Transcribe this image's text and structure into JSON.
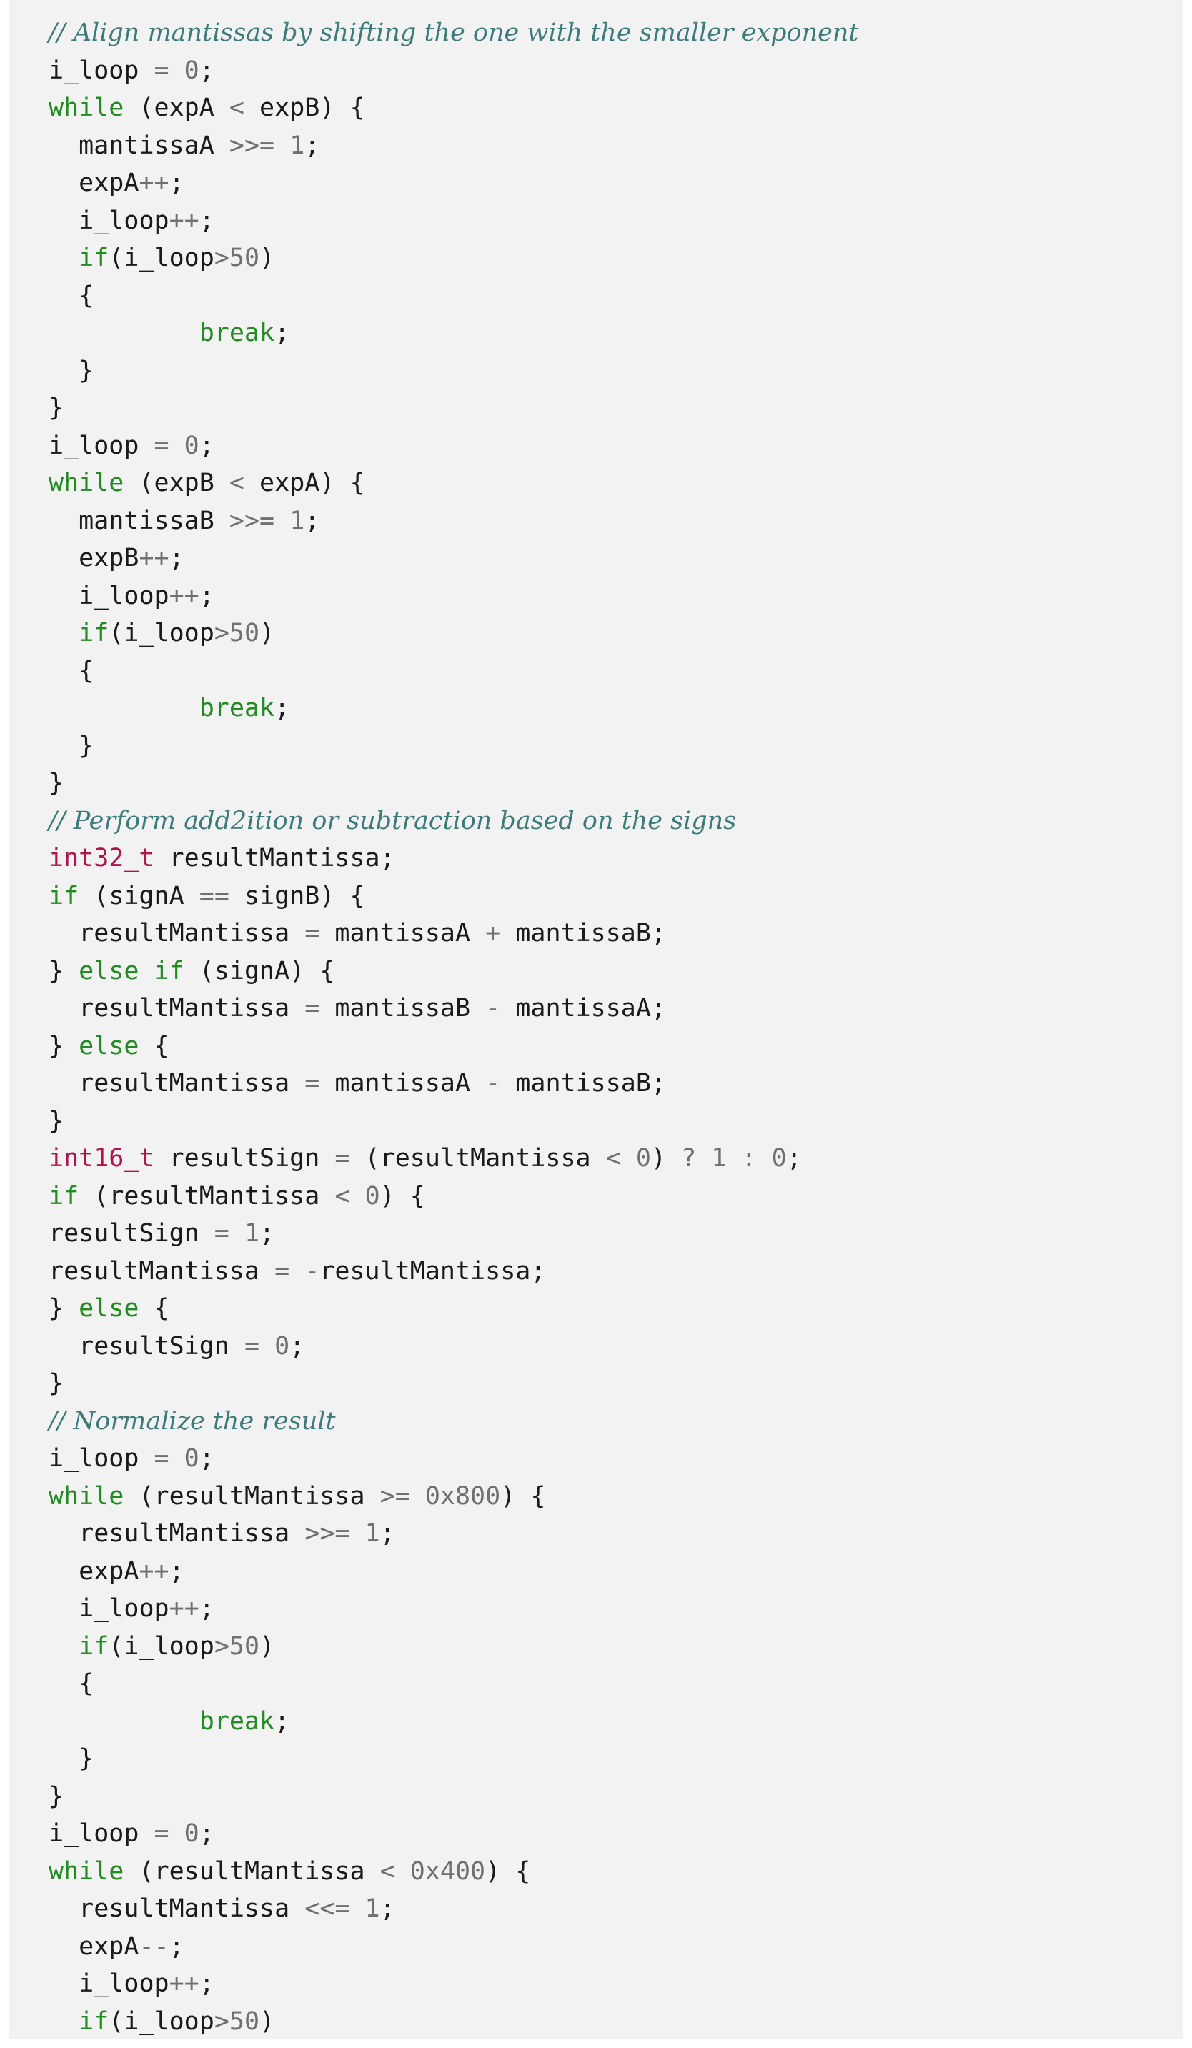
{
  "code": {
    "language": "c",
    "lines": [
      [
        [
          "cm",
          "// Align mantissas by shifting the one with the smaller exponent"
        ]
      ],
      [
        [
          "id",
          "i_loop"
        ],
        [
          "sp",
          " "
        ],
        [
          "op",
          "="
        ],
        [
          "sp",
          " "
        ],
        [
          "nu",
          "0"
        ],
        [
          "pn",
          ";"
        ]
      ],
      [
        [
          "kw",
          "while"
        ],
        [
          "sp",
          " "
        ],
        [
          "pn",
          "("
        ],
        [
          "id",
          "expA"
        ],
        [
          "sp",
          " "
        ],
        [
          "op",
          "<"
        ],
        [
          "sp",
          " "
        ],
        [
          "id",
          "expB"
        ],
        [
          "pn",
          ")"
        ],
        [
          "sp",
          " "
        ],
        [
          "pn",
          "{"
        ]
      ],
      [
        [
          "sp",
          "  "
        ],
        [
          "id",
          "mantissaA"
        ],
        [
          "sp",
          " "
        ],
        [
          "op",
          ">>="
        ],
        [
          "sp",
          " "
        ],
        [
          "nu",
          "1"
        ],
        [
          "pn",
          ";"
        ]
      ],
      [
        [
          "sp",
          "  "
        ],
        [
          "id",
          "expA"
        ],
        [
          "op",
          "++"
        ],
        [
          "pn",
          ";"
        ]
      ],
      [
        [
          "sp",
          "  "
        ],
        [
          "id",
          "i_loop"
        ],
        [
          "op",
          "++"
        ],
        [
          "pn",
          ";"
        ]
      ],
      [
        [
          "sp",
          "  "
        ],
        [
          "kw",
          "if"
        ],
        [
          "pn",
          "("
        ],
        [
          "id",
          "i_loop"
        ],
        [
          "op",
          ">"
        ],
        [
          "nu",
          "50"
        ],
        [
          "pn",
          ")"
        ]
      ],
      [
        [
          "sp",
          "  "
        ],
        [
          "pn",
          "{"
        ]
      ],
      [
        [
          "sp",
          "          "
        ],
        [
          "kw",
          "break"
        ],
        [
          "pn",
          ";"
        ]
      ],
      [
        [
          "sp",
          "  "
        ],
        [
          "pn",
          "}"
        ]
      ],
      [
        [
          "pn",
          "}"
        ]
      ],
      [
        [
          "id",
          "i_loop"
        ],
        [
          "sp",
          " "
        ],
        [
          "op",
          "="
        ],
        [
          "sp",
          " "
        ],
        [
          "nu",
          "0"
        ],
        [
          "pn",
          ";"
        ]
      ],
      [
        [
          "kw",
          "while"
        ],
        [
          "sp",
          " "
        ],
        [
          "pn",
          "("
        ],
        [
          "id",
          "expB"
        ],
        [
          "sp",
          " "
        ],
        [
          "op",
          "<"
        ],
        [
          "sp",
          " "
        ],
        [
          "id",
          "expA"
        ],
        [
          "pn",
          ")"
        ],
        [
          "sp",
          " "
        ],
        [
          "pn",
          "{"
        ]
      ],
      [
        [
          "sp",
          "  "
        ],
        [
          "id",
          "mantissaB"
        ],
        [
          "sp",
          " "
        ],
        [
          "op",
          ">>="
        ],
        [
          "sp",
          " "
        ],
        [
          "nu",
          "1"
        ],
        [
          "pn",
          ";"
        ]
      ],
      [
        [
          "sp",
          "  "
        ],
        [
          "id",
          "expB"
        ],
        [
          "op",
          "++"
        ],
        [
          "pn",
          ";"
        ]
      ],
      [
        [
          "sp",
          "  "
        ],
        [
          "id",
          "i_loop"
        ],
        [
          "op",
          "++"
        ],
        [
          "pn",
          ";"
        ]
      ],
      [
        [
          "sp",
          "  "
        ],
        [
          "kw",
          "if"
        ],
        [
          "pn",
          "("
        ],
        [
          "id",
          "i_loop"
        ],
        [
          "op",
          ">"
        ],
        [
          "nu",
          "50"
        ],
        [
          "pn",
          ")"
        ]
      ],
      [
        [
          "sp",
          "  "
        ],
        [
          "pn",
          "{"
        ]
      ],
      [
        [
          "sp",
          "          "
        ],
        [
          "kw",
          "break"
        ],
        [
          "pn",
          ";"
        ]
      ],
      [
        [
          "sp",
          "  "
        ],
        [
          "pn",
          "}"
        ]
      ],
      [
        [
          "pn",
          "}"
        ]
      ],
      [
        [
          "cm",
          "// Perform add2ition or subtraction based on the signs"
        ]
      ],
      [
        [
          "ty",
          "int32_t"
        ],
        [
          "sp",
          " "
        ],
        [
          "id",
          "resultMantissa"
        ],
        [
          "pn",
          ";"
        ]
      ],
      [
        [
          "kw",
          "if"
        ],
        [
          "sp",
          " "
        ],
        [
          "pn",
          "("
        ],
        [
          "id",
          "signA"
        ],
        [
          "sp",
          " "
        ],
        [
          "op",
          "=="
        ],
        [
          "sp",
          " "
        ],
        [
          "id",
          "signB"
        ],
        [
          "pn",
          ")"
        ],
        [
          "sp",
          " "
        ],
        [
          "pn",
          "{"
        ]
      ],
      [
        [
          "sp",
          "  "
        ],
        [
          "id",
          "resultMantissa"
        ],
        [
          "sp",
          " "
        ],
        [
          "op",
          "="
        ],
        [
          "sp",
          " "
        ],
        [
          "id",
          "mantissaA"
        ],
        [
          "sp",
          " "
        ],
        [
          "op",
          "+"
        ],
        [
          "sp",
          " "
        ],
        [
          "id",
          "mantissaB"
        ],
        [
          "pn",
          ";"
        ]
      ],
      [
        [
          "pn",
          "}"
        ],
        [
          "sp",
          " "
        ],
        [
          "kw",
          "else"
        ],
        [
          "sp",
          " "
        ],
        [
          "kw",
          "if"
        ],
        [
          "sp",
          " "
        ],
        [
          "pn",
          "("
        ],
        [
          "id",
          "signA"
        ],
        [
          "pn",
          ")"
        ],
        [
          "sp",
          " "
        ],
        [
          "pn",
          "{"
        ]
      ],
      [
        [
          "sp",
          "  "
        ],
        [
          "id",
          "resultMantissa"
        ],
        [
          "sp",
          " "
        ],
        [
          "op",
          "="
        ],
        [
          "sp",
          " "
        ],
        [
          "id",
          "mantissaB"
        ],
        [
          "sp",
          " "
        ],
        [
          "op",
          "-"
        ],
        [
          "sp",
          " "
        ],
        [
          "id",
          "mantissaA"
        ],
        [
          "pn",
          ";"
        ]
      ],
      [
        [
          "pn",
          "}"
        ],
        [
          "sp",
          " "
        ],
        [
          "kw",
          "else"
        ],
        [
          "sp",
          " "
        ],
        [
          "pn",
          "{"
        ]
      ],
      [
        [
          "sp",
          "  "
        ],
        [
          "id",
          "resultMantissa"
        ],
        [
          "sp",
          " "
        ],
        [
          "op",
          "="
        ],
        [
          "sp",
          " "
        ],
        [
          "id",
          "mantissaA"
        ],
        [
          "sp",
          " "
        ],
        [
          "op",
          "-"
        ],
        [
          "sp",
          " "
        ],
        [
          "id",
          "mantissaB"
        ],
        [
          "pn",
          ";"
        ]
      ],
      [
        [
          "pn",
          "}"
        ]
      ],
      [
        [
          "ty",
          "int16_t"
        ],
        [
          "sp",
          " "
        ],
        [
          "id",
          "resultSign"
        ],
        [
          "sp",
          " "
        ],
        [
          "op",
          "="
        ],
        [
          "sp",
          " "
        ],
        [
          "pn",
          "("
        ],
        [
          "id",
          "resultMantissa"
        ],
        [
          "sp",
          " "
        ],
        [
          "op",
          "<"
        ],
        [
          "sp",
          " "
        ],
        [
          "nu",
          "0"
        ],
        [
          "pn",
          ")"
        ],
        [
          "sp",
          " "
        ],
        [
          "op",
          "?"
        ],
        [
          "sp",
          " "
        ],
        [
          "nu",
          "1"
        ],
        [
          "sp",
          " "
        ],
        [
          "op",
          ":"
        ],
        [
          "sp",
          " "
        ],
        [
          "nu",
          "0"
        ],
        [
          "pn",
          ";"
        ]
      ],
      [
        [
          "kw",
          "if"
        ],
        [
          "sp",
          " "
        ],
        [
          "pn",
          "("
        ],
        [
          "id",
          "resultMantissa"
        ],
        [
          "sp",
          " "
        ],
        [
          "op",
          "<"
        ],
        [
          "sp",
          " "
        ],
        [
          "nu",
          "0"
        ],
        [
          "pn",
          ")"
        ],
        [
          "sp",
          " "
        ],
        [
          "pn",
          "{"
        ]
      ],
      [
        [
          "id",
          "resultSign"
        ],
        [
          "sp",
          " "
        ],
        [
          "op",
          "="
        ],
        [
          "sp",
          " "
        ],
        [
          "nu",
          "1"
        ],
        [
          "pn",
          ";"
        ]
      ],
      [
        [
          "id",
          "resultMantissa"
        ],
        [
          "sp",
          " "
        ],
        [
          "op",
          "="
        ],
        [
          "sp",
          " "
        ],
        [
          "op",
          "-"
        ],
        [
          "id",
          "resultMantissa"
        ],
        [
          "pn",
          ";"
        ]
      ],
      [
        [
          "pn",
          "}"
        ],
        [
          "sp",
          " "
        ],
        [
          "kw",
          "else"
        ],
        [
          "sp",
          " "
        ],
        [
          "pn",
          "{"
        ]
      ],
      [
        [
          "sp",
          "  "
        ],
        [
          "id",
          "resultSign"
        ],
        [
          "sp",
          " "
        ],
        [
          "op",
          "="
        ],
        [
          "sp",
          " "
        ],
        [
          "nu",
          "0"
        ],
        [
          "pn",
          ";"
        ]
      ],
      [
        [
          "pn",
          "}"
        ]
      ],
      [
        [
          "cm",
          "// Normalize the result"
        ]
      ],
      [
        [
          "id",
          "i_loop"
        ],
        [
          "sp",
          " "
        ],
        [
          "op",
          "="
        ],
        [
          "sp",
          " "
        ],
        [
          "nu",
          "0"
        ],
        [
          "pn",
          ";"
        ]
      ],
      [
        [
          "kw",
          "while"
        ],
        [
          "sp",
          " "
        ],
        [
          "pn",
          "("
        ],
        [
          "id",
          "resultMantissa"
        ],
        [
          "sp",
          " "
        ],
        [
          "op",
          ">="
        ],
        [
          "sp",
          " "
        ],
        [
          "nu",
          "0x800"
        ],
        [
          "pn",
          ")"
        ],
        [
          "sp",
          " "
        ],
        [
          "pn",
          "{"
        ]
      ],
      [
        [
          "sp",
          "  "
        ],
        [
          "id",
          "resultMantissa"
        ],
        [
          "sp",
          " "
        ],
        [
          "op",
          ">>="
        ],
        [
          "sp",
          " "
        ],
        [
          "nu",
          "1"
        ],
        [
          "pn",
          ";"
        ]
      ],
      [
        [
          "sp",
          "  "
        ],
        [
          "id",
          "expA"
        ],
        [
          "op",
          "++"
        ],
        [
          "pn",
          ";"
        ]
      ],
      [
        [
          "sp",
          "  "
        ],
        [
          "id",
          "i_loop"
        ],
        [
          "op",
          "++"
        ],
        [
          "pn",
          ";"
        ]
      ],
      [
        [
          "sp",
          "  "
        ],
        [
          "kw",
          "if"
        ],
        [
          "pn",
          "("
        ],
        [
          "id",
          "i_loop"
        ],
        [
          "op",
          ">"
        ],
        [
          "nu",
          "50"
        ],
        [
          "pn",
          ")"
        ]
      ],
      [
        [
          "sp",
          "  "
        ],
        [
          "pn",
          "{"
        ]
      ],
      [
        [
          "sp",
          "          "
        ],
        [
          "kw",
          "break"
        ],
        [
          "pn",
          ";"
        ]
      ],
      [
        [
          "sp",
          "  "
        ],
        [
          "pn",
          "}"
        ]
      ],
      [
        [
          "pn",
          "}"
        ]
      ],
      [
        [
          "id",
          "i_loop"
        ],
        [
          "sp",
          " "
        ],
        [
          "op",
          "="
        ],
        [
          "sp",
          " "
        ],
        [
          "nu",
          "0"
        ],
        [
          "pn",
          ";"
        ]
      ],
      [
        [
          "kw",
          "while"
        ],
        [
          "sp",
          " "
        ],
        [
          "pn",
          "("
        ],
        [
          "id",
          "resultMantissa"
        ],
        [
          "sp",
          " "
        ],
        [
          "op",
          "<"
        ],
        [
          "sp",
          " "
        ],
        [
          "nu",
          "0x400"
        ],
        [
          "pn",
          ")"
        ],
        [
          "sp",
          " "
        ],
        [
          "pn",
          "{"
        ]
      ],
      [
        [
          "sp",
          "  "
        ],
        [
          "id",
          "resultMantissa"
        ],
        [
          "sp",
          " "
        ],
        [
          "op",
          "<<="
        ],
        [
          "sp",
          " "
        ],
        [
          "nu",
          "1"
        ],
        [
          "pn",
          ";"
        ]
      ],
      [
        [
          "sp",
          "  "
        ],
        [
          "id",
          "expA"
        ],
        [
          "op",
          "--"
        ],
        [
          "pn",
          ";"
        ]
      ],
      [
        [
          "sp",
          "  "
        ],
        [
          "id",
          "i_loop"
        ],
        [
          "op",
          "++"
        ],
        [
          "pn",
          ";"
        ]
      ],
      [
        [
          "sp",
          "  "
        ],
        [
          "kw",
          "if"
        ],
        [
          "pn",
          "("
        ],
        [
          "id",
          "i_loop"
        ],
        [
          "op",
          ">"
        ],
        [
          "nu",
          "50"
        ],
        [
          "pn",
          ")"
        ]
      ]
    ]
  }
}
